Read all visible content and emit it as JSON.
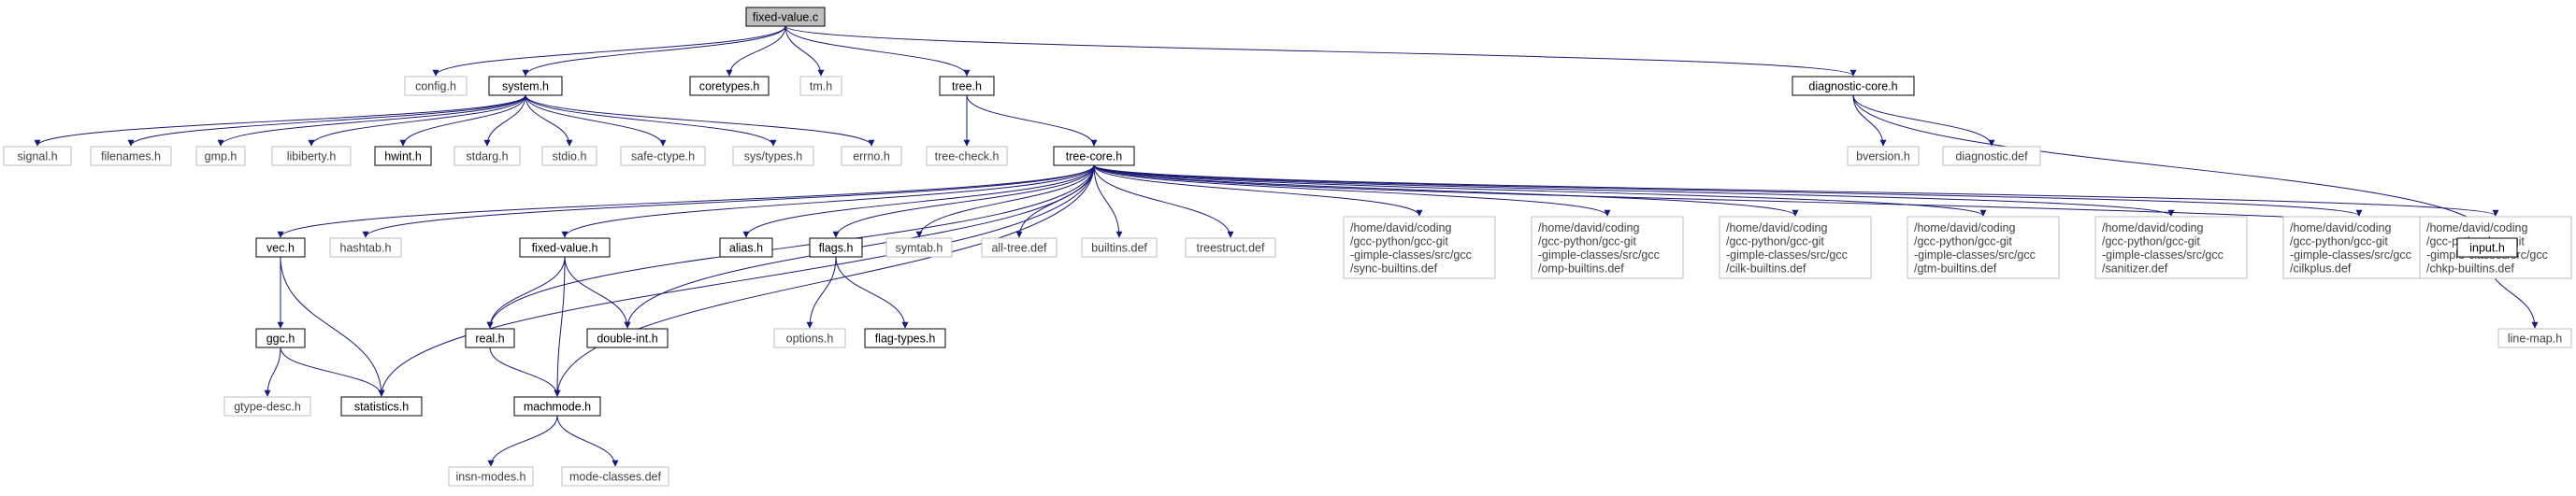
{
  "graph": {
    "root": "fixed-value.c",
    "colors": {
      "edge": "#191970",
      "root_fill": "#bfbfbf",
      "box_border_dark": "#000000",
      "box_border_light": "#bfbfbf",
      "text_dark": "#000000",
      "text_light": "#404040"
    },
    "nodes": [
      {
        "id": "fixed_value_c",
        "label": [
          "fixed-value.c"
        ],
        "style": "root"
      },
      {
        "id": "config_h",
        "label": [
          "config.h"
        ],
        "style": "light"
      },
      {
        "id": "system_h",
        "label": [
          "system.h"
        ],
        "style": "dark"
      },
      {
        "id": "coretypes_h",
        "label": [
          "coretypes.h"
        ],
        "style": "dark"
      },
      {
        "id": "tm_h",
        "label": [
          "tm.h"
        ],
        "style": "light"
      },
      {
        "id": "tree_h",
        "label": [
          "tree.h"
        ],
        "style": "dark"
      },
      {
        "id": "diagnostic_core_h",
        "label": [
          "diagnostic-core.h"
        ],
        "style": "dark"
      },
      {
        "id": "signal_h",
        "label": [
          "signal.h"
        ],
        "style": "light"
      },
      {
        "id": "filenames_h",
        "label": [
          "filenames.h"
        ],
        "style": "light"
      },
      {
        "id": "gmp_h",
        "label": [
          "gmp.h"
        ],
        "style": "light"
      },
      {
        "id": "libiberty_h",
        "label": [
          "libiberty.h"
        ],
        "style": "light"
      },
      {
        "id": "hwint_h",
        "label": [
          "hwint.h"
        ],
        "style": "dark"
      },
      {
        "id": "stdarg_h",
        "label": [
          "stdarg.h"
        ],
        "style": "light"
      },
      {
        "id": "stdio_h",
        "label": [
          "stdio.h"
        ],
        "style": "light"
      },
      {
        "id": "safe_ctype_h",
        "label": [
          "safe-ctype.h"
        ],
        "style": "light"
      },
      {
        "id": "sys_types_h",
        "label": [
          "sys/types.h"
        ],
        "style": "light"
      },
      {
        "id": "errno_h",
        "label": [
          "errno.h"
        ],
        "style": "light"
      },
      {
        "id": "tree_check_h",
        "label": [
          "tree-check.h"
        ],
        "style": "light"
      },
      {
        "id": "tree_core_h",
        "label": [
          "tree-core.h"
        ],
        "style": "dark"
      },
      {
        "id": "bversion_h",
        "label": [
          "bversion.h"
        ],
        "style": "light"
      },
      {
        "id": "diagnostic_def",
        "label": [
          "diagnostic.def"
        ],
        "style": "light"
      },
      {
        "id": "vec_h",
        "label": [
          "vec.h"
        ],
        "style": "dark"
      },
      {
        "id": "hashtab_h",
        "label": [
          "hashtab.h"
        ],
        "style": "light"
      },
      {
        "id": "fixed_value_h",
        "label": [
          "fixed-value.h"
        ],
        "style": "dark"
      },
      {
        "id": "alias_h",
        "label": [
          "alias.h"
        ],
        "style": "dark"
      },
      {
        "id": "flags_h",
        "label": [
          "flags.h"
        ],
        "style": "dark"
      },
      {
        "id": "symtab_h",
        "label": [
          "symtab.h"
        ],
        "style": "light"
      },
      {
        "id": "all_tree_def",
        "label": [
          "all-tree.def"
        ],
        "style": "light"
      },
      {
        "id": "builtins_def",
        "label": [
          "builtins.def"
        ],
        "style": "light"
      },
      {
        "id": "treestruct_def",
        "label": [
          "treestruct.def"
        ],
        "style": "light"
      },
      {
        "id": "sync_builtins_def",
        "label": [
          "/home/david/coding",
          "/gcc-python/gcc-git",
          "-gimple-classes/src/gcc",
          "/sync-builtins.def"
        ],
        "style": "light"
      },
      {
        "id": "omp_builtins_def",
        "label": [
          "/home/david/coding",
          "/gcc-python/gcc-git",
          "-gimple-classes/src/gcc",
          "/omp-builtins.def"
        ],
        "style": "light"
      },
      {
        "id": "cilk_builtins_def",
        "label": [
          "/home/david/coding",
          "/gcc-python/gcc-git",
          "-gimple-classes/src/gcc",
          "/cilk-builtins.def"
        ],
        "style": "light"
      },
      {
        "id": "gtm_builtins_def",
        "label": [
          "/home/david/coding",
          "/gcc-python/gcc-git",
          "-gimple-classes/src/gcc",
          "/gtm-builtins.def"
        ],
        "style": "light"
      },
      {
        "id": "sanitizer_def",
        "label": [
          "/home/david/coding",
          "/gcc-python/gcc-git",
          "-gimple-classes/src/gcc",
          "/sanitizer.def"
        ],
        "style": "light"
      },
      {
        "id": "cilkplus_def",
        "label": [
          "/home/david/coding",
          "/gcc-python/gcc-git",
          "-gimple-classes/src/gcc",
          "/cilkplus.def"
        ],
        "style": "light"
      },
      {
        "id": "chkp_builtins_def",
        "label": [
          "/home/david/coding",
          "/gcc-python/gcc-git",
          "-gimple-classes/src/gcc",
          "/chkp-builtins.def"
        ],
        "style": "light"
      },
      {
        "id": "input_h",
        "label": [
          "input.h"
        ],
        "style": "dark"
      },
      {
        "id": "ggc_h",
        "label": [
          "ggc.h"
        ],
        "style": "dark"
      },
      {
        "id": "real_h",
        "label": [
          "real.h"
        ],
        "style": "dark"
      },
      {
        "id": "double_int_h",
        "label": [
          "double-int.h"
        ],
        "style": "dark"
      },
      {
        "id": "machmode_h",
        "label": [
          "machmode.h"
        ],
        "style": "dark"
      },
      {
        "id": "options_h",
        "label": [
          "options.h"
        ],
        "style": "light"
      },
      {
        "id": "flag_types_h",
        "label": [
          "flag-types.h"
        ],
        "style": "dark"
      },
      {
        "id": "line_map_h",
        "label": [
          "line-map.h"
        ],
        "style": "light"
      },
      {
        "id": "gtype_desc_h",
        "label": [
          "gtype-desc.h"
        ],
        "style": "light"
      },
      {
        "id": "statistics_h",
        "label": [
          "statistics.h"
        ],
        "style": "dark"
      },
      {
        "id": "insn_modes_h",
        "label": [
          "insn-modes.h"
        ],
        "style": "light"
      },
      {
        "id": "mode_classes_def",
        "label": [
          "mode-classes.def"
        ],
        "style": "light"
      }
    ],
    "edges": [
      [
        "fixed_value_c",
        "config_h"
      ],
      [
        "fixed_value_c",
        "system_h"
      ],
      [
        "fixed_value_c",
        "coretypes_h"
      ],
      [
        "fixed_value_c",
        "tm_h"
      ],
      [
        "fixed_value_c",
        "tree_h"
      ],
      [
        "fixed_value_c",
        "diagnostic_core_h"
      ],
      [
        "system_h",
        "signal_h"
      ],
      [
        "system_h",
        "filenames_h"
      ],
      [
        "system_h",
        "gmp_h"
      ],
      [
        "system_h",
        "libiberty_h"
      ],
      [
        "system_h",
        "hwint_h"
      ],
      [
        "system_h",
        "stdarg_h"
      ],
      [
        "system_h",
        "stdio_h"
      ],
      [
        "system_h",
        "safe_ctype_h"
      ],
      [
        "system_h",
        "sys_types_h"
      ],
      [
        "system_h",
        "errno_h"
      ],
      [
        "tree_h",
        "tree_check_h"
      ],
      [
        "tree_h",
        "tree_core_h"
      ],
      [
        "diagnostic_core_h",
        "bversion_h"
      ],
      [
        "diagnostic_core_h",
        "diagnostic_def"
      ],
      [
        "diagnostic_core_h",
        "input_h"
      ],
      [
        "tree_core_h",
        "vec_h"
      ],
      [
        "tree_core_h",
        "hashtab_h"
      ],
      [
        "tree_core_h",
        "statistics_h"
      ],
      [
        "tree_core_h",
        "real_h"
      ],
      [
        "tree_core_h",
        "fixed_value_h"
      ],
      [
        "tree_core_h",
        "double_int_h"
      ],
      [
        "tree_core_h",
        "machmode_h"
      ],
      [
        "tree_core_h",
        "alias_h"
      ],
      [
        "tree_core_h",
        "flags_h"
      ],
      [
        "tree_core_h",
        "symtab_h"
      ],
      [
        "tree_core_h",
        "all_tree_def"
      ],
      [
        "tree_core_h",
        "builtins_def"
      ],
      [
        "tree_core_h",
        "treestruct_def"
      ],
      [
        "tree_core_h",
        "sync_builtins_def"
      ],
      [
        "tree_core_h",
        "omp_builtins_def"
      ],
      [
        "tree_core_h",
        "cilk_builtins_def"
      ],
      [
        "tree_core_h",
        "gtm_builtins_def"
      ],
      [
        "tree_core_h",
        "sanitizer_def"
      ],
      [
        "tree_core_h",
        "cilkplus_def"
      ],
      [
        "tree_core_h",
        "chkp_builtins_def"
      ],
      [
        "tree_core_h",
        "input_h"
      ],
      [
        "vec_h",
        "ggc_h"
      ],
      [
        "vec_h",
        "statistics_h"
      ],
      [
        "ggc_h",
        "gtype_desc_h"
      ],
      [
        "ggc_h",
        "statistics_h"
      ],
      [
        "fixed_value_h",
        "real_h"
      ],
      [
        "fixed_value_h",
        "double_int_h"
      ],
      [
        "fixed_value_h",
        "machmode_h"
      ],
      [
        "real_h",
        "machmode_h"
      ],
      [
        "machmode_h",
        "insn_modes_h"
      ],
      [
        "machmode_h",
        "mode_classes_def"
      ],
      [
        "flags_h",
        "options_h"
      ],
      [
        "flags_h",
        "flag_types_h"
      ],
      [
        "input_h",
        "line_map_h"
      ]
    ]
  }
}
